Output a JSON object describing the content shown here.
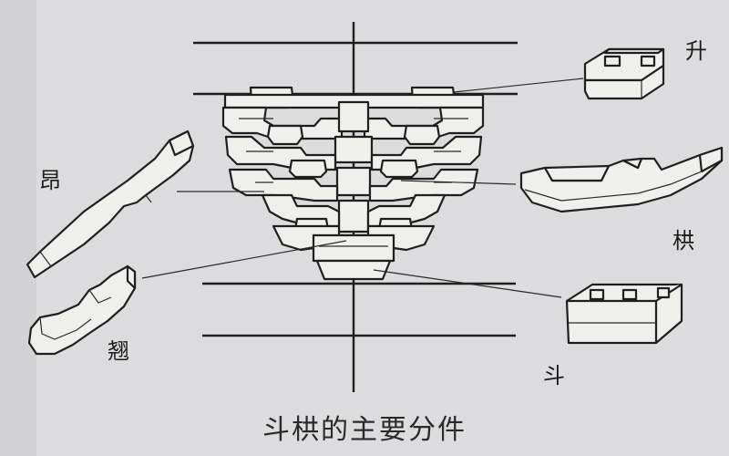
{
  "labels": {
    "sheng": "升",
    "gong": "栱",
    "ang": "昂",
    "qiao": "翘",
    "dou": "斗"
  },
  "caption": "斗栱的主要分件"
}
